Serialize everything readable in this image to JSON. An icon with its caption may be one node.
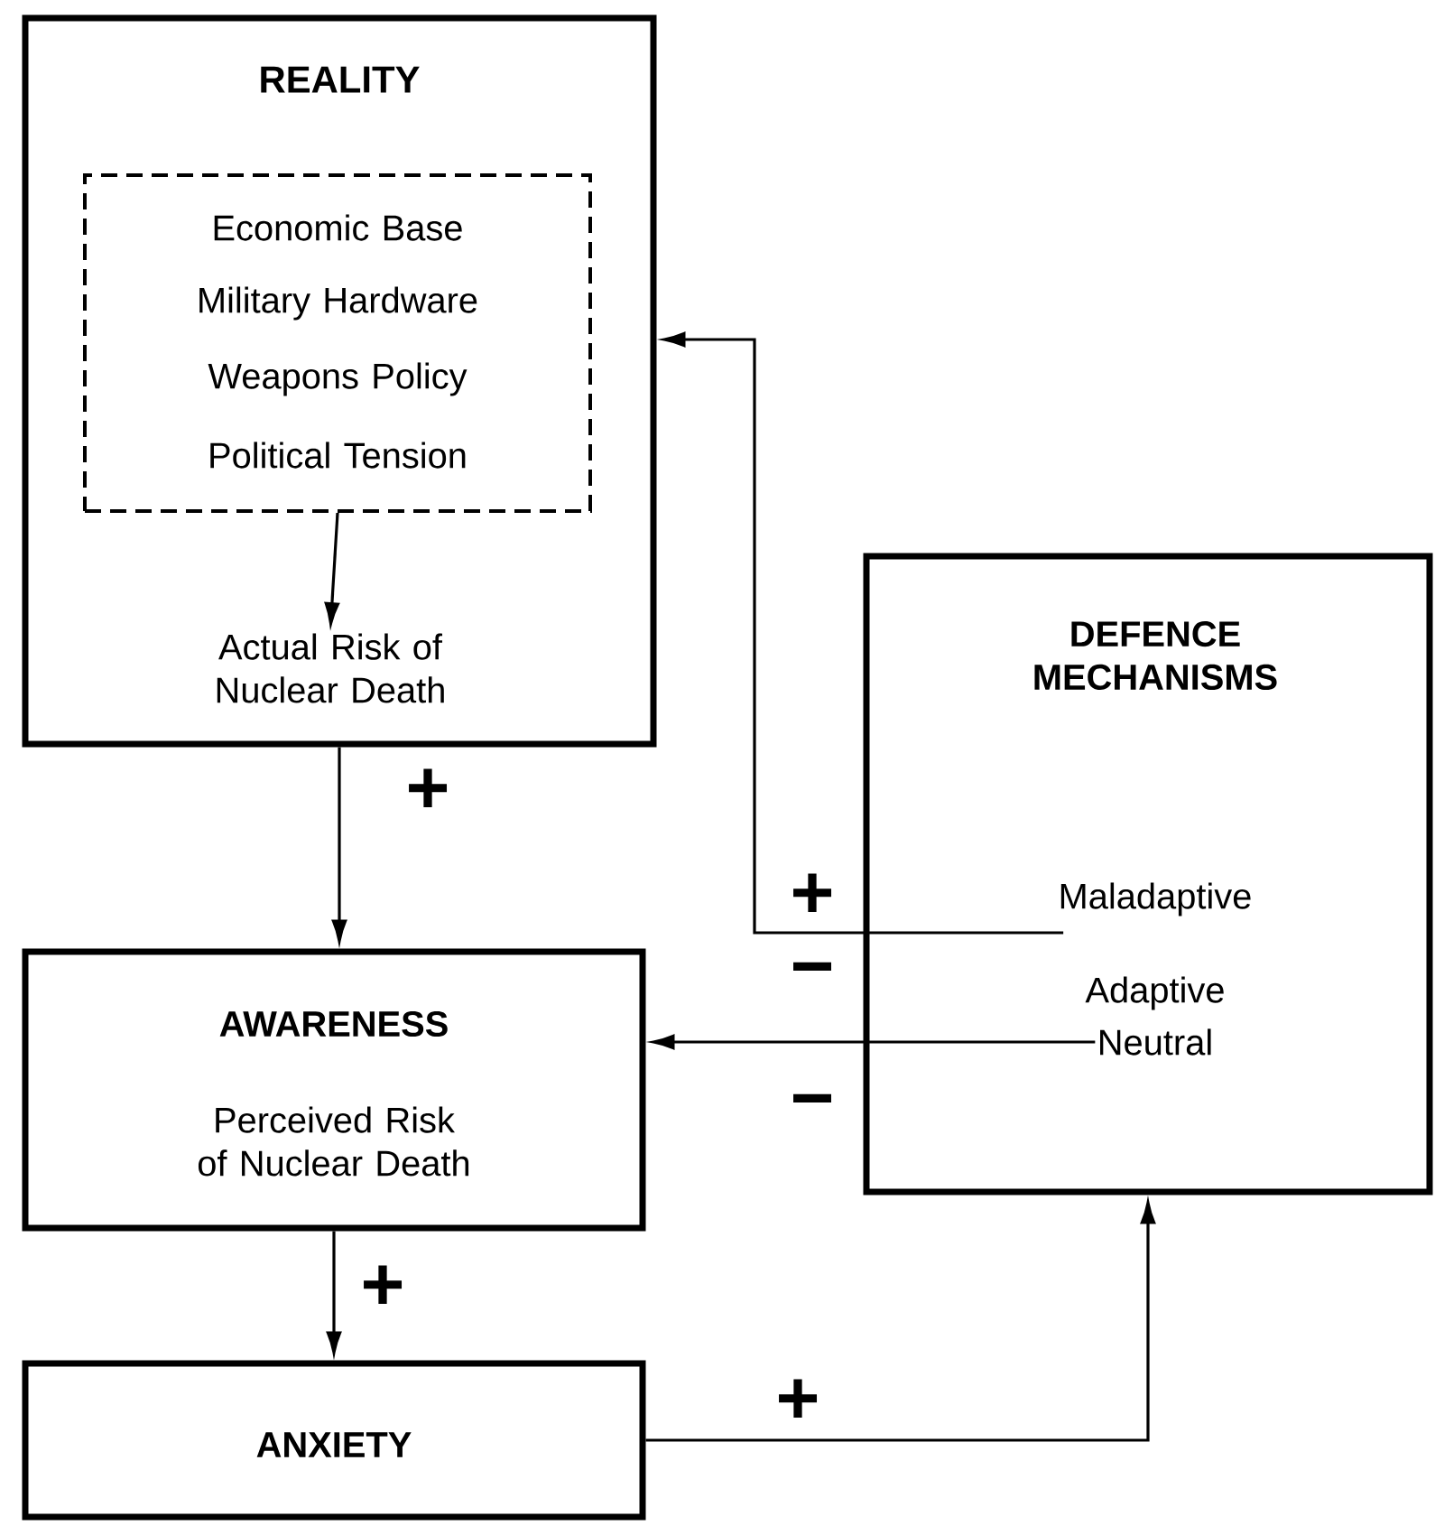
{
  "diagram": {
    "nodes": [
      {
        "text": [
          "REALITY"
        ]
      },
      {
        "text": [
          "Economic Base",
          "Military Hardware",
          "Weapons Policy",
          "Political Tension"
        ],
        "in": 0
      },
      {
        "text": [
          "Actual Risk of Nuclear Death"
        ],
        "in": 0
      },
      {
        "text": [
          "DEFENCE MECHANISMS"
        ]
      },
      {
        "text": [
          "Maladaptive"
        ],
        "in": 3
      },
      {
        "text": [
          "Adaptive"
        ],
        "in": 3
      },
      {
        "text": [
          "Neutral"
        ],
        "in": 3
      },
      {
        "text": [
          "AWARENESS",
          "Perceived Risk of Nuclear Death"
        ]
      },
      {
        "text": [
          "ANXIETY"
        ]
      }
    ],
    "edges": [
      {
        "from": 1,
        "to": 2,
        "arrow": "to"
      },
      {
        "from": 0,
        "to": 7,
        "arrow": "to",
        "label": "+"
      },
      {
        "from": 7,
        "to": 8,
        "arrow": "to",
        "label": "+"
      },
      {
        "from": 8,
        "to": 3,
        "arrow": "to",
        "label": "+"
      },
      {
        "from": 4,
        "to": 0,
        "arrow": "to",
        "label": "+"
      },
      {
        "from": 6,
        "to": 7,
        "arrow": "to",
        "label": "−"
      }
    ],
    "labels": [
      "−"
    ]
  }
}
